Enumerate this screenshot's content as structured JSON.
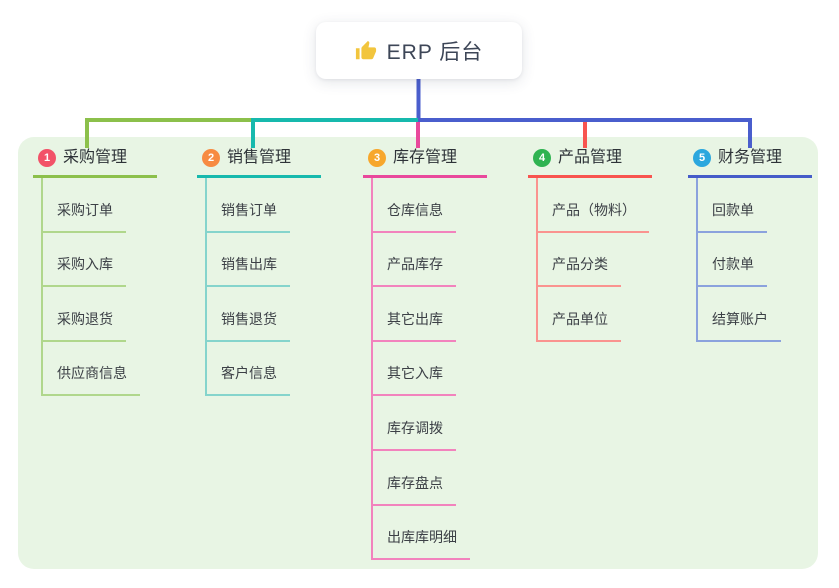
{
  "root": {
    "label": "ERP 后台",
    "icon": "thumbs-up-icon",
    "icon_color": "#f2c53d"
  },
  "theme": {
    "page_bg": "#ffffff",
    "panel_bg": "#e8f5e4",
    "root_text": "#3d4657",
    "title_text": "#2e3338",
    "item_text": "#3c4046",
    "root_connector": "#4a5ecd"
  },
  "branches": [
    {
      "index": "1",
      "title": "采购管理",
      "badge_color": "#f25268",
      "line_color": "#8cc04b",
      "item_line_color": "#b0d78c",
      "items": [
        "采购订单",
        "采购入库",
        "采购退货",
        "供应商信息"
      ]
    },
    {
      "index": "2",
      "title": "销售管理",
      "badge_color": "#f78b42",
      "line_color": "#17b9ad",
      "item_line_color": "#85d4cc",
      "items": [
        "销售订单",
        "销售出库",
        "销售退货",
        "客户信息"
      ]
    },
    {
      "index": "3",
      "title": "库存管理",
      "badge_color": "#f7a72c",
      "line_color": "#e9499c",
      "item_line_color": "#f283bd",
      "items": [
        "仓库信息",
        "产品库存",
        "其它出库",
        "其它入库",
        "库存调拨",
        "库存盘点",
        "出库库明细"
      ]
    },
    {
      "index": "4",
      "title": "产品管理",
      "badge_color": "#2fb351",
      "line_color": "#f8544f",
      "item_line_color": "#fa938f",
      "items": [
        "产品（物料）",
        "产品分类",
        "产品单位"
      ]
    },
    {
      "index": "5",
      "title": "财务管理",
      "badge_color": "#2ba7de",
      "line_color": "#455cc9",
      "item_line_color": "#8ba2dd",
      "items": [
        "回款单",
        "付款单",
        "结算账户"
      ]
    }
  ]
}
